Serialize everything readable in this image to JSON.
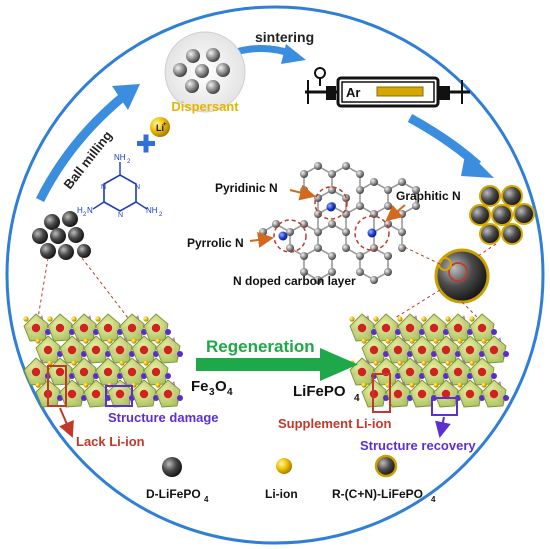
{
  "steps": {
    "ball_milling": "Ball milling",
    "sintering": "sintering",
    "dispersant": "Dispersant",
    "regeneration": "Regeneration"
  },
  "reagents": {
    "li_plus_base": "Li",
    "li_plus_sup": "+",
    "fe3o4_base": "Fe",
    "fe3o4_s1": "3",
    "fe3o4_mid": "O",
    "fe3o4_s2": "4",
    "furnace_gas": "Ar",
    "product_base": "LiFePO",
    "product_sub": "4"
  },
  "melamine": {
    "nh2_top": "NH",
    "nh2_left": "H",
    "nh2_right": "NH",
    "n_label": "N",
    "sub_2": "2"
  },
  "nitrogen_types": {
    "pyridinic": "Pyridinic N",
    "pyrrolic": "Pyrrolic N",
    "graphitic": "Graphitic N",
    "layer": "N doped carbon layer"
  },
  "annotations": {
    "lack_li": "Lack Li-ion",
    "structure_damage": "Structure damage",
    "supplement_li": "Supplement Li-ion",
    "structure_recovery": "Structure recovery"
  },
  "legend": {
    "d_lfp_base": "D-LiFePO",
    "d_lfp_sub": "4",
    "li_ion": "Li-ion",
    "r_lfp_base": "R-(C+N)-LiFePO",
    "r_lfp_sub": "4"
  },
  "colors": {
    "blue_arrow": "#3b8ede",
    "green_arrow": "#1fa84a",
    "red": "#c0392b",
    "purple": "#5b2fd0",
    "gold": "#e8b400"
  }
}
